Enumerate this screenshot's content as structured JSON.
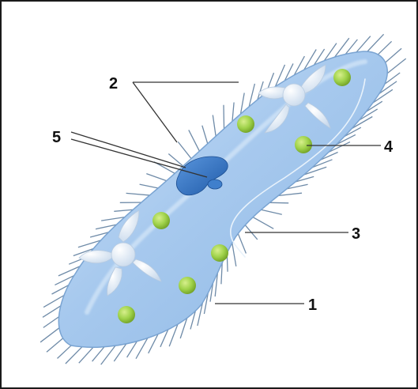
{
  "labels": [
    {
      "id": "1",
      "text": "1",
      "target": "pellicle"
    },
    {
      "id": "2",
      "text": "2",
      "target": "cilia"
    },
    {
      "id": "3",
      "text": "3",
      "target": "oral-groove"
    },
    {
      "id": "4",
      "text": "4",
      "target": "food-vacuole"
    },
    {
      "id": "5",
      "text": "5",
      "target": "nucleus"
    }
  ],
  "colors": {
    "body_fill": "#9cc2ea",
    "body_highlight": "#cfe3f7",
    "body_edge": "#7aa4d2",
    "cilia": "#6f8ba8",
    "nucleus": "#2f6fbf",
    "food_vacuole": "#8cc63f",
    "contractile_vacuole": "#e4eef8",
    "leader_line": "#333333",
    "frame": "#1a1a1a"
  }
}
